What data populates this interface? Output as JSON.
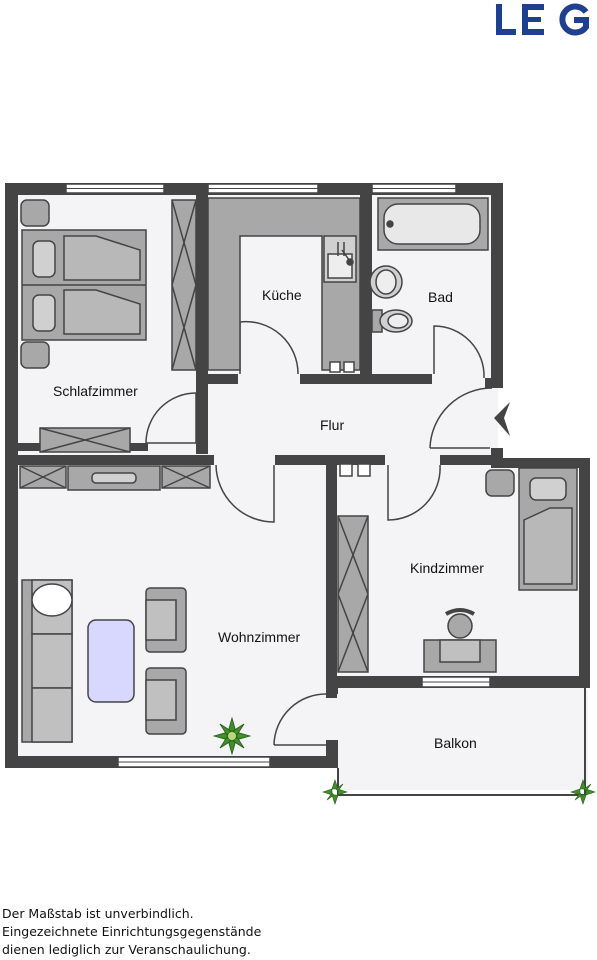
{
  "brand": {
    "logo_text": "LEG",
    "color": "#1f3f8f"
  },
  "rooms": {
    "schlafzimmer": "Schlafzimmer",
    "kueche": "Küche",
    "bad": "Bad",
    "flur": "Flur",
    "wohnzimmer": "Wohnzimmer",
    "kindzimmer": "Kindzimmer",
    "balkon": "Balkon"
  },
  "footnote": {
    "line1": "Der Maßstab ist unverbindlich.",
    "line2": "Eingezeichnete Einrichtungsgegenstände",
    "line3": "dienen lediglich zur Veranschaulichung."
  },
  "colors": {
    "wall": "#444444",
    "floor": "#f4f4f6",
    "furniture": "#a8a8a8",
    "table": "#d8d8ff",
    "plant": "#3f8f2a"
  }
}
